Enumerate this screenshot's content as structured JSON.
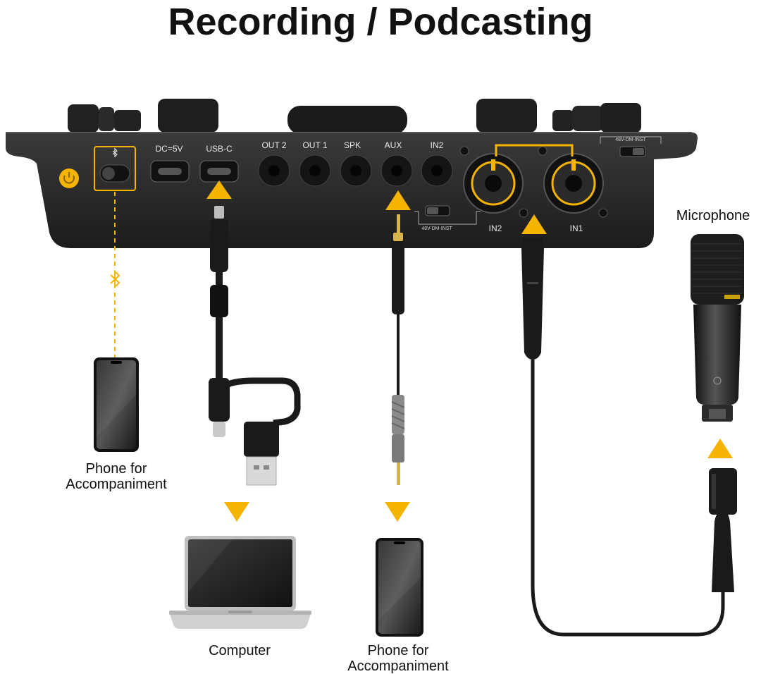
{
  "title": "Recording / Podcasting",
  "device": {
    "ports": {
      "dc": "DC=5V",
      "usbc": "USB-C",
      "out2": "OUT 2",
      "out1": "OUT 1",
      "spk": "SPK",
      "aux": "AUX",
      "in2_top": "IN2",
      "in2": "IN2",
      "in1": "IN1"
    },
    "switch_left": "48V-DM-INST",
    "switch_right": "48V-DM-INST"
  },
  "labels": {
    "phone_left_line1": "Phone for",
    "phone_left_line2": "Accompaniment",
    "computer": "Computer",
    "phone_bottom_line1": "Phone for",
    "phone_bottom_line2": "Accompaniment",
    "microphone": "Microphone"
  },
  "colors": {
    "accent": "#f5b400",
    "device": "#262626",
    "cable": "#1a1a1a"
  },
  "icons": [
    "bluetooth-icon",
    "power-icon",
    "arrow-up-icon",
    "arrow-down-icon"
  ]
}
